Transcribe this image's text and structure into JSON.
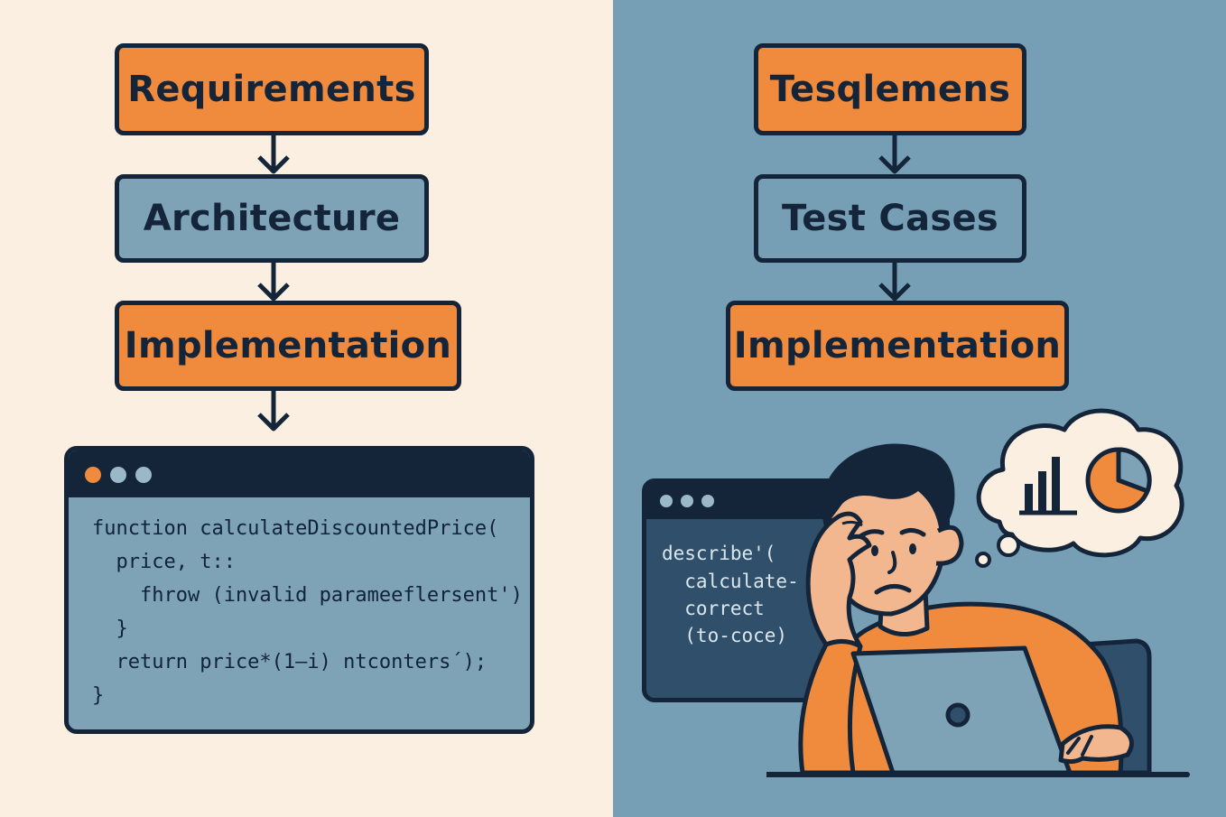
{
  "left_flow": {
    "steps": [
      "Requirements",
      "Architecture",
      "Implementation"
    ]
  },
  "left_code": {
    "lines": [
      "function calculateDiscountedPrice(",
      "  price, t::",
      "    fhrow (invalid parameeflersent')",
      "  }",
      "  return price*(1—i) ntconters´);",
      "}"
    ]
  },
  "right_flow": {
    "steps": [
      "Tesqlemens",
      "Test Cases",
      "Implementation"
    ]
  },
  "right_code": {
    "lines": [
      "describe'(",
      "  calculate-",
      "  correct",
      "  (to-coce)"
    ]
  },
  "thought_icons": [
    "bar-chart-icon",
    "pie-chart-icon"
  ],
  "colors": {
    "cream": "#fbefe2",
    "steel_blue": "#769fb6",
    "orange": "#f08a3c",
    "navy": "#14253a",
    "code_blue": "#7ea3b7"
  }
}
